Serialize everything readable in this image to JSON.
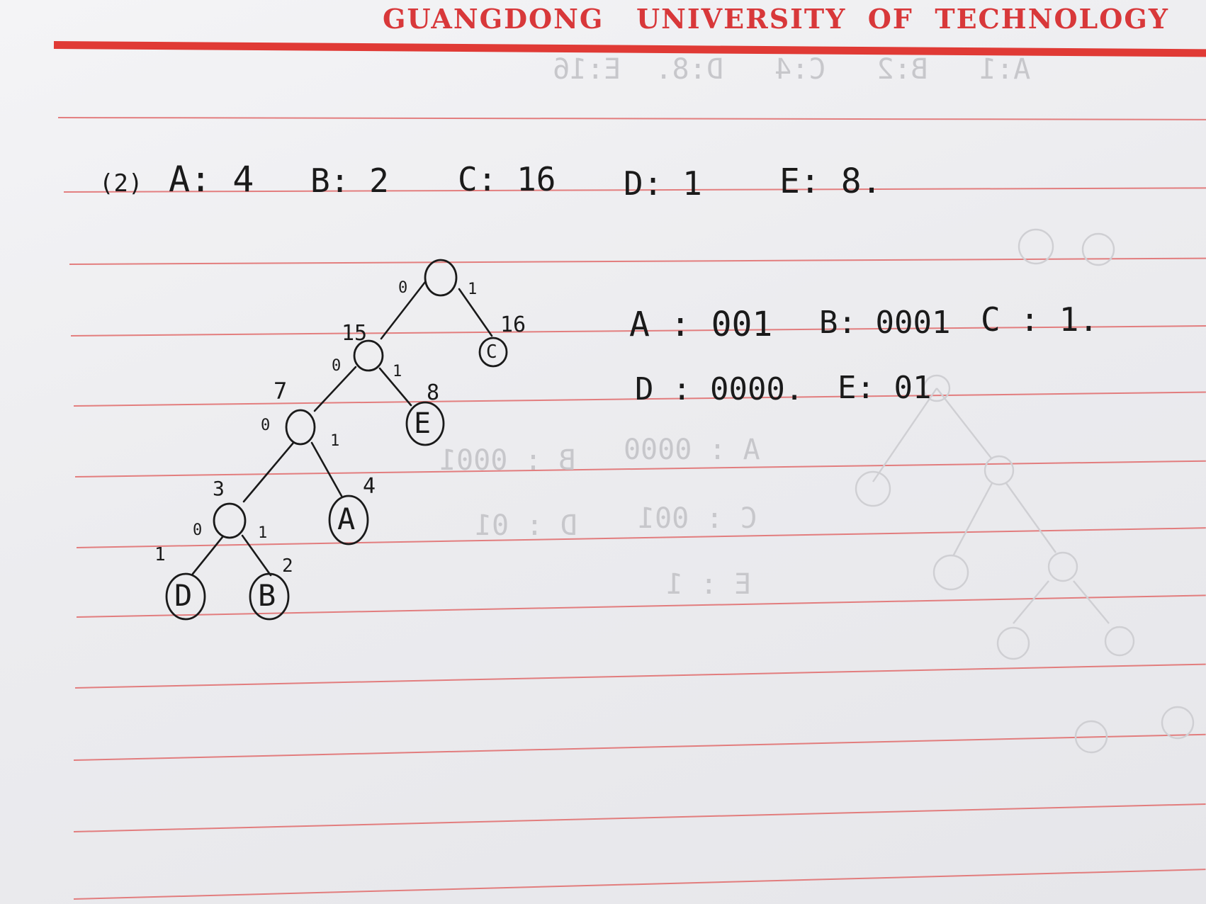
{
  "header": {
    "title": "GUANGDONG   UNIVERSITY  OF  TECHNOLOGY"
  },
  "frequencies": {
    "label": "(2)",
    "items": [
      {
        "text": "A: 4"
      },
      {
        "text": "B: 2"
      },
      {
        "text": "C: 16"
      },
      {
        "text": "D: 1"
      },
      {
        "text": "E: 8."
      }
    ]
  },
  "tree": {
    "root_weight": "",
    "nodes": [
      {
        "id": "n15",
        "weight": "15"
      },
      {
        "id": "n7",
        "weight": "7"
      },
      {
        "id": "n3",
        "weight": "3"
      },
      {
        "id": "C",
        "symbol": "C",
        "weight": "16"
      },
      {
        "id": "E",
        "symbol": "E",
        "weight": "8"
      },
      {
        "id": "A",
        "symbol": "A",
        "weight": "4"
      },
      {
        "id": "D",
        "symbol": "D",
        "weight": "1"
      },
      {
        "id": "B",
        "symbol": "B",
        "weight": "2"
      }
    ],
    "edge_labels": {
      "left": "0",
      "right": "1"
    }
  },
  "codes": {
    "row1": [
      {
        "text": "A : 001"
      },
      {
        "text": "B: 0001"
      },
      {
        "text": "C : 1."
      }
    ],
    "row2": [
      {
        "text": "D : 0000."
      },
      {
        "text": "E: 01"
      }
    ]
  },
  "bleed_through": {
    "top": "A:1   B:2   C:4   D:8.  E:16",
    "codes": [
      {
        "text": "A : 0000"
      },
      {
        "text": "B : 0001"
      },
      {
        "text": "C : 001"
      },
      {
        "text": "D : 01"
      },
      {
        "text": "E : 1"
      }
    ]
  }
}
